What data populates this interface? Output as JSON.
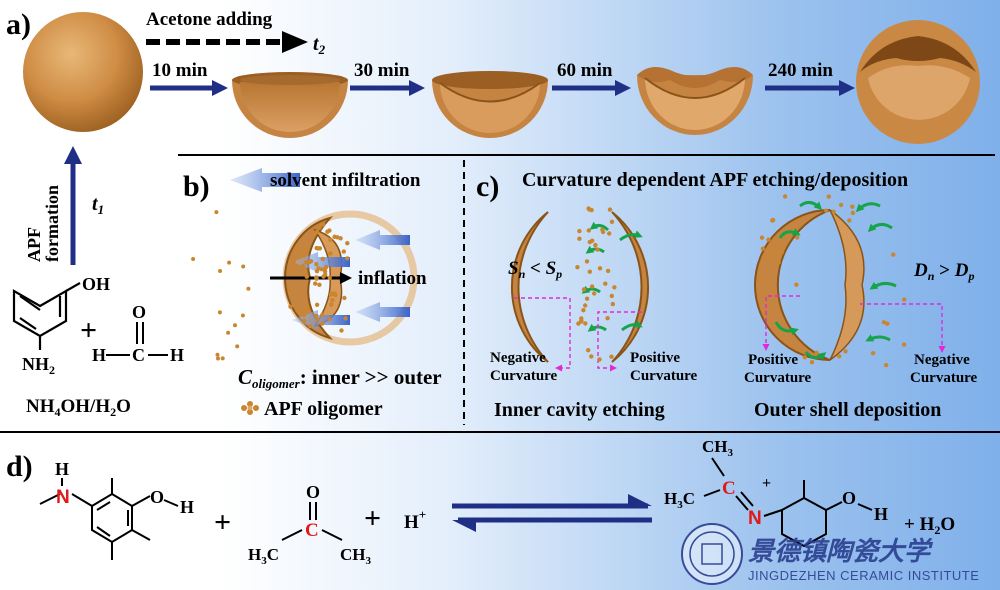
{
  "panel_a": {
    "label": "a)",
    "acetone_label": "Acetone adding",
    "t2": "t",
    "t2_sub": "2",
    "t1": "t",
    "t1_sub": "1",
    "apf_label": "APF",
    "formation_label": "formation",
    "times": [
      "10 min",
      "30 min",
      "60 min",
      "240 min"
    ],
    "oh": "OH",
    "nh2": "NH",
    "nh2_sub": "2",
    "plus": "+",
    "h_left": "H",
    "c": "C",
    "h_right": "H",
    "o": "O",
    "solvent_main": "NH",
    "solvent_sub1": "4",
    "solvent_mid": "OH/H",
    "solvent_sub2": "2",
    "solvent_end": "O"
  },
  "panel_b": {
    "label": "b)",
    "solvent_infiltration": "solvent infiltration",
    "inflation": "inflation",
    "c_letter": "C",
    "c_sub": "oligomer",
    "c_rest": ": inner >> outer",
    "legend": "APF oligomer"
  },
  "panel_c": {
    "label": "c)",
    "title": "Curvature dependent APF etching/deposition",
    "sn": "S",
    "sn_sub": "n",
    "lt": " < ",
    "sp": "S",
    "sp_sub": "p",
    "dn": "D",
    "dn_sub": "n",
    "gt": " > ",
    "dp": "D",
    "dp_sub": "p",
    "negative": "Negative",
    "positive": "Positive",
    "curvature": "Curvature",
    "inner_caption": "Inner cavity etching",
    "outer_caption": "Outer shell deposition"
  },
  "panel_d": {
    "label": "d)",
    "h": "H",
    "n": "N",
    "o": "O",
    "plus": "+",
    "c": "C",
    "h3c": "H",
    "h3c_sub": "3",
    "h3c_c": "C",
    "ch3": "CH",
    "ch3_sub": "3",
    "hplus": "H",
    "hplus_sup": "+",
    "h2o": "+ H",
    "h2o_sub": "2",
    "h2o_end": "O"
  },
  "watermark": {
    "chinese": "景德镇陶瓷大学",
    "english": "JINGDEZHEN CERAMIC INSTITUTE"
  },
  "colors": {
    "arrow_navy": "#1f2f86",
    "sphere": "#d0904a",
    "shell_dark": "#8a5418",
    "dot": "#c9862f",
    "green": "#16a34a",
    "magenta": "#e02ad8",
    "red_atom": "#e01919",
    "dashed_line": "#111111"
  }
}
